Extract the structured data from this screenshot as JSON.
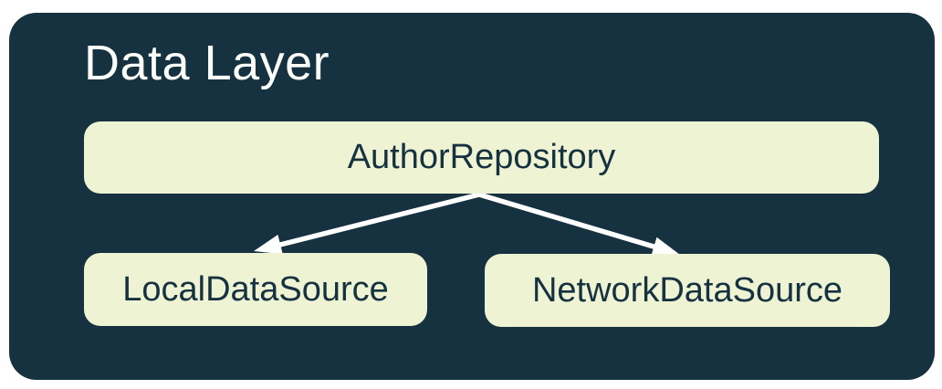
{
  "diagram": {
    "title": "Data Layer",
    "nodes": [
      {
        "id": "author-repository",
        "label": "AuthorRepository"
      },
      {
        "id": "local-data-source",
        "label": "LocalDataSource"
      },
      {
        "id": "network-data-source",
        "label": "NetworkDataSource"
      }
    ],
    "edges": [
      {
        "from": "AuthorRepository",
        "to": "LocalDataSource",
        "style": "arrow"
      },
      {
        "from": "AuthorRepository",
        "to": "NetworkDataSource",
        "style": "arrow"
      }
    ],
    "colors": {
      "page_background": "#FFFFFF",
      "panel_background": "#16313F",
      "node_background": "#EEF3D4",
      "node_text": "#16313F",
      "title_text": "#FBFDF8",
      "arrow": "#FFFFFF"
    }
  }
}
